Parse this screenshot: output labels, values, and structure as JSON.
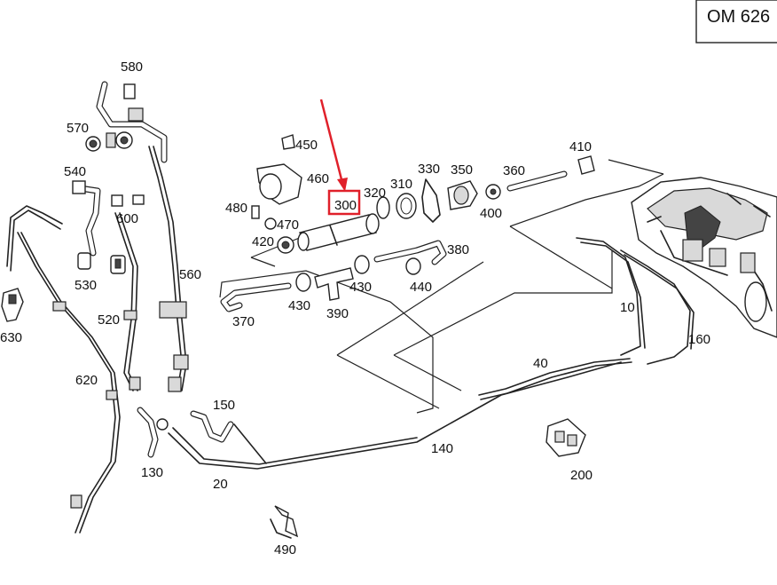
{
  "model_code": "OM 626",
  "highlight": {
    "part": "300",
    "color": "#e0202a"
  },
  "parts": {
    "p10": "10",
    "p20": "20",
    "p40": "40",
    "p130": "130",
    "p140": "140",
    "p150": "150",
    "p160": "160",
    "p200": "200",
    "p300": "300",
    "p310": "310",
    "p320": "320",
    "p330": "330",
    "p350": "350",
    "p360": "360",
    "p370": "370",
    "p380": "380",
    "p390": "390",
    "p400": "400",
    "p410": "410",
    "p420": "420",
    "p430a": "430",
    "p430b": "430",
    "p440": "440",
    "p450": "450",
    "p460": "460",
    "p470": "470",
    "p480": "480",
    "p490": "490",
    "p520": "520",
    "p530": "530",
    "p540": "540",
    "p560": "560",
    "p570": "570",
    "p580": "580",
    "p600": "600",
    "p620": "620",
    "p630": "630"
  }
}
